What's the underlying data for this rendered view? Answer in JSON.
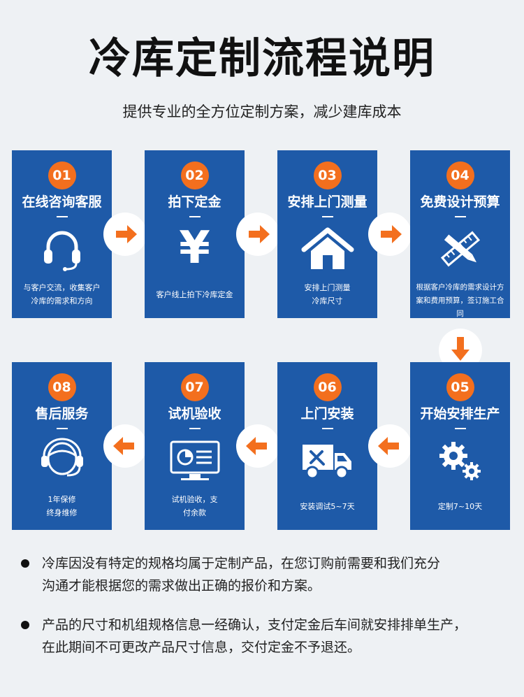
{
  "header": {
    "title": "冷库定制流程说明",
    "subtitle": "提供专业的全方位定制方案，减少建库成本"
  },
  "colors": {
    "card": "#1e5aa8",
    "badge": "#f36f1e",
    "arrow": "#f36f1e",
    "background": "#eef1f4"
  },
  "steps": [
    {
      "num": "01",
      "title": "在线咨询客服",
      "icon": "headset-icon",
      "desc1": "与客户交流，收集客户",
      "desc2": "冷库的需求和方向"
    },
    {
      "num": "02",
      "title": "拍下定金",
      "icon": "yen-icon",
      "glyph": "¥",
      "desc1": "客户线上拍下冷库定金",
      "desc2": ""
    },
    {
      "num": "03",
      "title": "安排上门测量",
      "icon": "house-icon",
      "desc1": "安排上门测量",
      "desc2": "冷库尺寸"
    },
    {
      "num": "04",
      "title": "免费设计预算",
      "icon": "design-tools-icon",
      "desc1": "根据客户冷库的需求设计方",
      "desc2": "案和费用预算，签订施工合同"
    },
    {
      "num": "05",
      "title": "开始安排生产",
      "icon": "gears-icon",
      "desc1": "定制7~10天",
      "desc2": ""
    },
    {
      "num": "06",
      "title": "上门安装",
      "icon": "truck-icon",
      "desc1": "安装调试5~7天",
      "desc2": ""
    },
    {
      "num": "07",
      "title": "试机验收",
      "icon": "monitor-chart-icon",
      "desc1": "试机验收，支",
      "desc2": "付余款"
    },
    {
      "num": "08",
      "title": "售后服务",
      "icon": "support-headset-icon",
      "desc1": "1年保修",
      "desc2": "终身维修"
    }
  ],
  "notes": [
    {
      "line1": "冷库因没有特定的规格均属于定制产品，在您订购前需要和我们充分",
      "line2": "沟通才能根据您的需求做出正确的报价和方案。"
    },
    {
      "line1": "产品的尺寸和机组规格信息一经确认，支付定金后车间就安排排单生产，",
      "line2": "在此期间不可更改产品尺寸信息，交付定金不予退还。"
    }
  ]
}
